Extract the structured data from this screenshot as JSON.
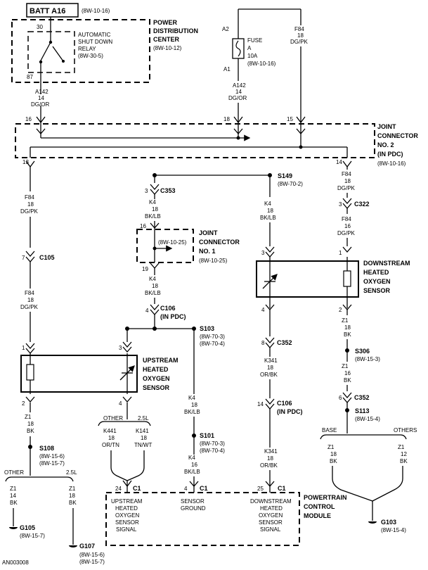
{
  "batt": {
    "label": "BATT A16",
    "ref": "(8W-10-16)"
  },
  "pdc": {
    "title": [
      "POWER",
      "DISTRIBUTION",
      "CENTER"
    ],
    "ref": "(8W-10-12)"
  },
  "asd": {
    "lines": [
      "AUTOMATIC",
      "SHUT DOWN",
      "RELAY"
    ],
    "ref": "(8W-30-5)",
    "pin_top": "30",
    "pin_bot": "87"
  },
  "fuse": {
    "lines": [
      "FUSE",
      "A",
      "10A"
    ],
    "ref": "(8W-10-16)",
    "pin_top": "A2",
    "pin_bot": "A1"
  },
  "w_a142_top": [
    "A142",
    "14",
    "DG/OR"
  ],
  "w_a142_mid": [
    "A142",
    "14",
    "DG/OR"
  ],
  "w_f84_top": [
    "F84",
    "18",
    "DG/PK"
  ],
  "jc2": {
    "title": [
      "JOINT",
      "CONNECTOR",
      "NO. 2",
      "(IN PDC)"
    ],
    "ref": "(8W-10-16)",
    "pins": {
      "p16": "16",
      "p18": "18",
      "p15": "15",
      "p13": "13",
      "p14": "14"
    }
  },
  "s149": {
    "label": "S149",
    "ref": "(8W-70-2)"
  },
  "c353": {
    "label": "C353",
    "pin": "3"
  },
  "w_k4_1": [
    "K4",
    "18",
    "BK/LB"
  ],
  "w_k4_s149": [
    "K4",
    "18",
    "BK/LB"
  ],
  "jc1": {
    "title": [
      "JOINT",
      "CONNECTOR",
      "NO. 1"
    ],
    "ref_in": "(8W-10-25)",
    "ref": "(8W-10-25)",
    "pin_top": "16",
    "pin_bot": "19"
  },
  "w_k4_2": [
    "K4",
    "18",
    "BK/LB"
  ],
  "c106a": {
    "label": "C106",
    "sub": "(IN PDC)",
    "pin": "4"
  },
  "s103": {
    "label": "S103",
    "refs": [
      "(8W-70-3)",
      "(8W-70-4)"
    ]
  },
  "w_k4_3": [
    "K4",
    "18",
    "BK/LB"
  ],
  "s101": {
    "label": "S101",
    "refs": [
      "(8W-70-3)",
      "(8W-70-4)"
    ]
  },
  "w_k4_4": [
    "K4",
    "16",
    "BK/LB"
  ],
  "w_f84_left1": [
    "F84",
    "18",
    "DG/PK"
  ],
  "c105": {
    "label": "C105",
    "pin": "7"
  },
  "w_f84_left2": [
    "F84",
    "18",
    "DG/PK"
  ],
  "upstream": {
    "title": [
      "UPSTREAM",
      "HEATED",
      "OXYGEN",
      "SENSOR"
    ],
    "pins": [
      "1",
      "3",
      "2",
      "4"
    ]
  },
  "w_z1_left": [
    "Z1",
    "18",
    "BK"
  ],
  "s108": {
    "label": "S108",
    "refs": [
      "(8W-15-6)",
      "(8W-15-7)"
    ]
  },
  "branch_left": {
    "other": "OTHER",
    "v25": "2.5L"
  },
  "w_z1_g105": [
    "Z1",
    "14",
    "BK"
  ],
  "w_z1_g107": [
    "Z1",
    "18",
    "BK"
  ],
  "g105": {
    "label": "G105",
    "ref": "(8W-15-7)"
  },
  "g107": {
    "label": "G107",
    "refs": [
      "(8W-15-6)",
      "(8W-15-7)"
    ]
  },
  "branch_up": {
    "other": "OTHER",
    "v25": "2.5L"
  },
  "w_k441": [
    "K441",
    "18",
    "OR/TN"
  ],
  "w_k141": [
    "K141",
    "18",
    "TN/WT"
  ],
  "w_f84_r1": [
    "F84",
    "18",
    "DG/PK"
  ],
  "c322": {
    "label": "C322",
    "pin": "3"
  },
  "w_f84_r2": [
    "F84",
    "16",
    "DG/PK"
  ],
  "downstream": {
    "title": [
      "DOWNSTREAM",
      "HEATED",
      "OXYGEN",
      "SENSOR"
    ],
    "pins": [
      "3",
      "1",
      "4",
      "2"
    ]
  },
  "w_z1_r1": [
    "Z1",
    "18",
    "BK"
  ],
  "s306": {
    "label": "S306",
    "ref": "(8W-15-3)"
  },
  "w_z1_r2": [
    "Z1",
    "16",
    "BK"
  ],
  "c352a": {
    "label": "C352",
    "pin": "6"
  },
  "s113": {
    "label": "S113",
    "ref": "(8W-15-4)"
  },
  "branch_right": {
    "base": "BASE",
    "others": "OTHERS"
  },
  "w_z1_base": [
    "Z1",
    "18",
    "BK"
  ],
  "w_z1_others": [
    "Z1",
    "12",
    "BK"
  ],
  "g103": {
    "label": "G103",
    "ref": "(8W-15-4)"
  },
  "c352b": {
    "label": "C352",
    "pin": "8"
  },
  "w_k341_1": [
    "K341",
    "18",
    "OR/BK"
  ],
  "c106b": {
    "label": "C106",
    "sub": "(IN PDC)",
    "pin": "14"
  },
  "w_k341_2": [
    "K341",
    "18",
    "OR/BK"
  ],
  "pcm": {
    "title": [
      "POWERTRAIN",
      "CONTROL",
      "MODULE"
    ],
    "c1a": {
      "label": "C1",
      "pin": "24",
      "lines": [
        "UPSTREAM",
        "HEATED",
        "OXYGEN",
        "SENSOR",
        "SIGNAL"
      ]
    },
    "c1b": {
      "label": "C1",
      "pin": "4",
      "lines": [
        "SENSOR",
        "GROUND"
      ]
    },
    "c1c": {
      "label": "C1",
      "pin": "25",
      "lines": [
        "DOWNSTREAM",
        "HEATED",
        "OXYGEN",
        "SENSOR",
        "SIGNAL"
      ]
    }
  },
  "figure_id": "AN003008"
}
